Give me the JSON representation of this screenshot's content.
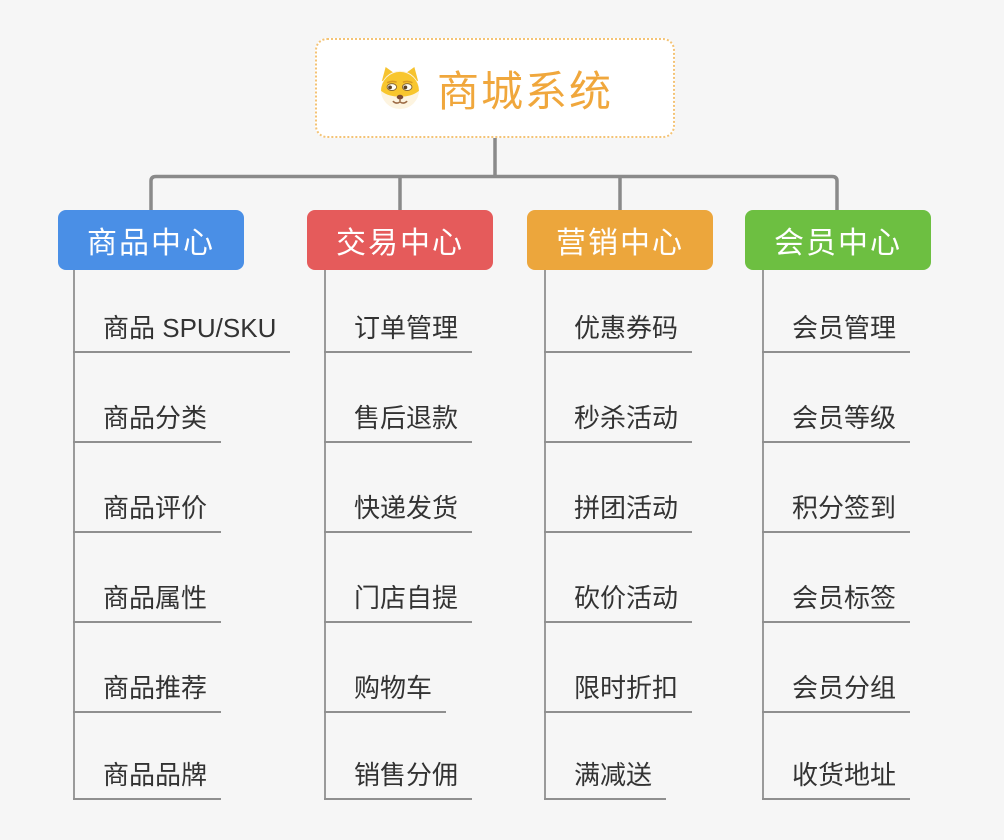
{
  "root": {
    "title": "商城系统",
    "icon": "dog-face-icon",
    "title_color": "#f0a73c",
    "border_color": "#f4c375"
  },
  "connector_color": "#8a8a8a",
  "background_color": "#f6f6f6",
  "branches": [
    {
      "label": "商品中心",
      "color": "#4a8fe6",
      "items": [
        "商品 SPU/SKU",
        "商品分类",
        "商品评价",
        "商品属性",
        "商品推荐",
        "商品品牌"
      ]
    },
    {
      "label": "交易中心",
      "color": "#e55b5b",
      "items": [
        "订单管理",
        "售后退款",
        "快递发货",
        "门店自提",
        "购物车",
        "销售分佣"
      ]
    },
    {
      "label": "营销中心",
      "color": "#eca63c",
      "items": [
        "优惠券码",
        "秒杀活动",
        "拼团活动",
        "砍价活动",
        "限时折扣",
        "满减送"
      ]
    },
    {
      "label": "会员中心",
      "color": "#6dbf41",
      "items": [
        "会员管理",
        "会员等级",
        "积分签到",
        "会员标签",
        "会员分组",
        "收货地址"
      ]
    }
  ]
}
